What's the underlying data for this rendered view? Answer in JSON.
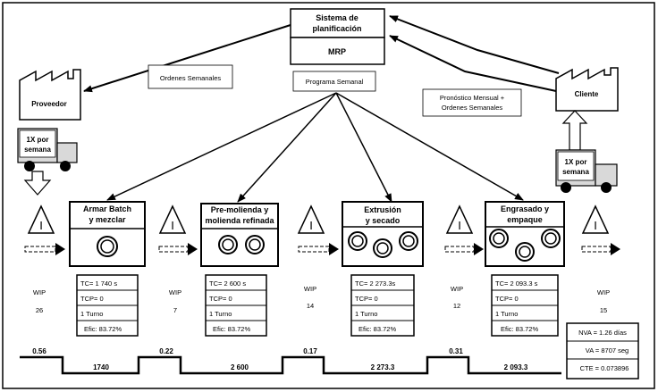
{
  "planning": {
    "line1": "Sistema de",
    "line2": "planificación",
    "mrp": "MRP"
  },
  "supplier": {
    "label": "Proveedor"
  },
  "customer": {
    "label": "Cliente"
  },
  "info_labels": {
    "weekly_orders": "Ordenes Semanales",
    "weekly_schedule": "Programa Semanal",
    "forecast_line1": "Pronóstico Mensual +",
    "forecast_line2": "Ordenes Semanales"
  },
  "supplier_truck": {
    "line1": "1X  por",
    "line2": "semana"
  },
  "customer_truck": {
    "line1": "1X  por",
    "line2": "semana"
  },
  "processes": [
    {
      "title1": "Armar Batch",
      "title2": "y mezclar",
      "tc": "TC= 1 740 s",
      "tcp": "TCP= 0",
      "turno": "1 Turno",
      "efic": "Efic: 83.72%"
    },
    {
      "title1": "Pre-molienda y",
      "title2": "molienda refinada",
      "tc": "TC= 2 600 s",
      "tcp": "TCP= 0",
      "turno": "1 Turno",
      "efic": "Efic: 83.72%"
    },
    {
      "title1": "Extrusión",
      "title2": "y secado",
      "tc": "TC= 2 273.3s",
      "tcp": "TCP= 0",
      "turno": "1 Turno",
      "efic": "Efic: 83.72%"
    },
    {
      "title1": "Engrasado y",
      "title2": "empaque",
      "tc": "TC= 2 093.3 s",
      "tcp": "TCP= 0",
      "turno": "1 Turno",
      "efic": "Efic: 83.72%"
    }
  ],
  "inventory_icon": "I",
  "wip": [
    {
      "label": "WIP",
      "value": "26"
    },
    {
      "label": "WIP",
      "value": "7"
    },
    {
      "label": "WIP",
      "value": "14"
    },
    {
      "label": "WIP",
      "value": "12"
    },
    {
      "label": "WIP",
      "value": "15"
    }
  ],
  "timeline": {
    "wait_times": [
      "0.56",
      "0.22",
      "0.17",
      "0.31"
    ],
    "process_times": [
      "1740",
      "2 600",
      "2 273.3",
      "2 093.3"
    ]
  },
  "summary": {
    "nva": "NVA = 1.26 días",
    "va": "VA = 8707 seg",
    "cte": "CTE = 0.073896"
  },
  "icons": [
    "factory-icon",
    "truck-icon",
    "inventory-triangle-icon",
    "push-arrow-icon",
    "operator-icon",
    "shipment-arrow-icon"
  ],
  "colors": {
    "line": "#000000",
    "truck": "#d9d9d9",
    "background": "#ffffff"
  }
}
